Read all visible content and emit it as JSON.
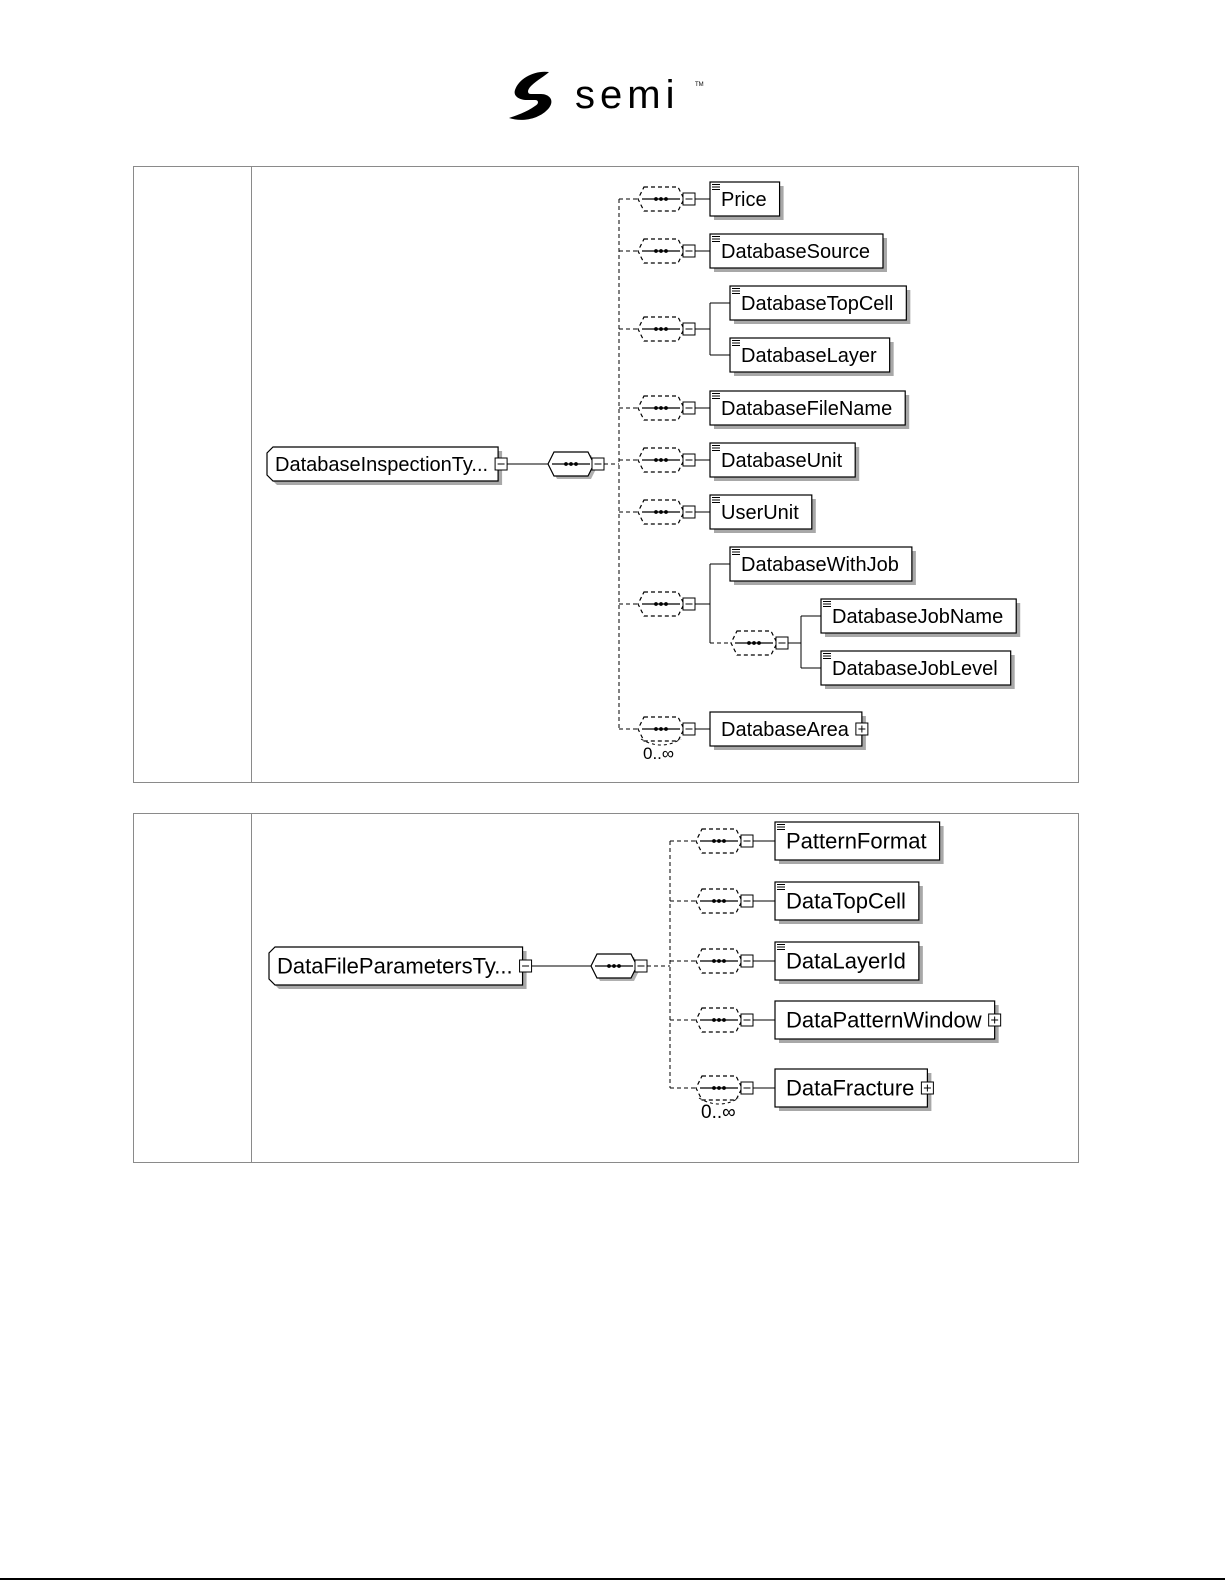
{
  "header": {
    "logo_text": "semi",
    "logo_mark": "TM"
  },
  "diagrams": [
    {
      "root": "DatabaseInspectionTy...",
      "children": [
        {
          "label": "Price"
        },
        {
          "label": "DatabaseSource"
        },
        {
          "group": [
            "DatabaseTopCell",
            "DatabaseLayer"
          ]
        },
        {
          "label": "DatabaseFileName"
        },
        {
          "label": "DatabaseUnit"
        },
        {
          "label": "UserUnit"
        },
        {
          "label": "DatabaseWithJob",
          "subgroup": [
            "DatabaseJobName",
            "DatabaseJobLevel"
          ]
        },
        {
          "label": "DatabaseArea",
          "expandable": true,
          "multiplicity": "0..∞"
        }
      ]
    },
    {
      "root": "DataFileParametersTy...",
      "children": [
        {
          "label": "PatternFormat"
        },
        {
          "label": "DataTopCell"
        },
        {
          "label": "DataLayerId"
        },
        {
          "label": "DataPatternWindow",
          "expandable": true
        },
        {
          "label": "DataFracture",
          "expandable": true,
          "multiplicity": "0..∞"
        }
      ]
    }
  ]
}
